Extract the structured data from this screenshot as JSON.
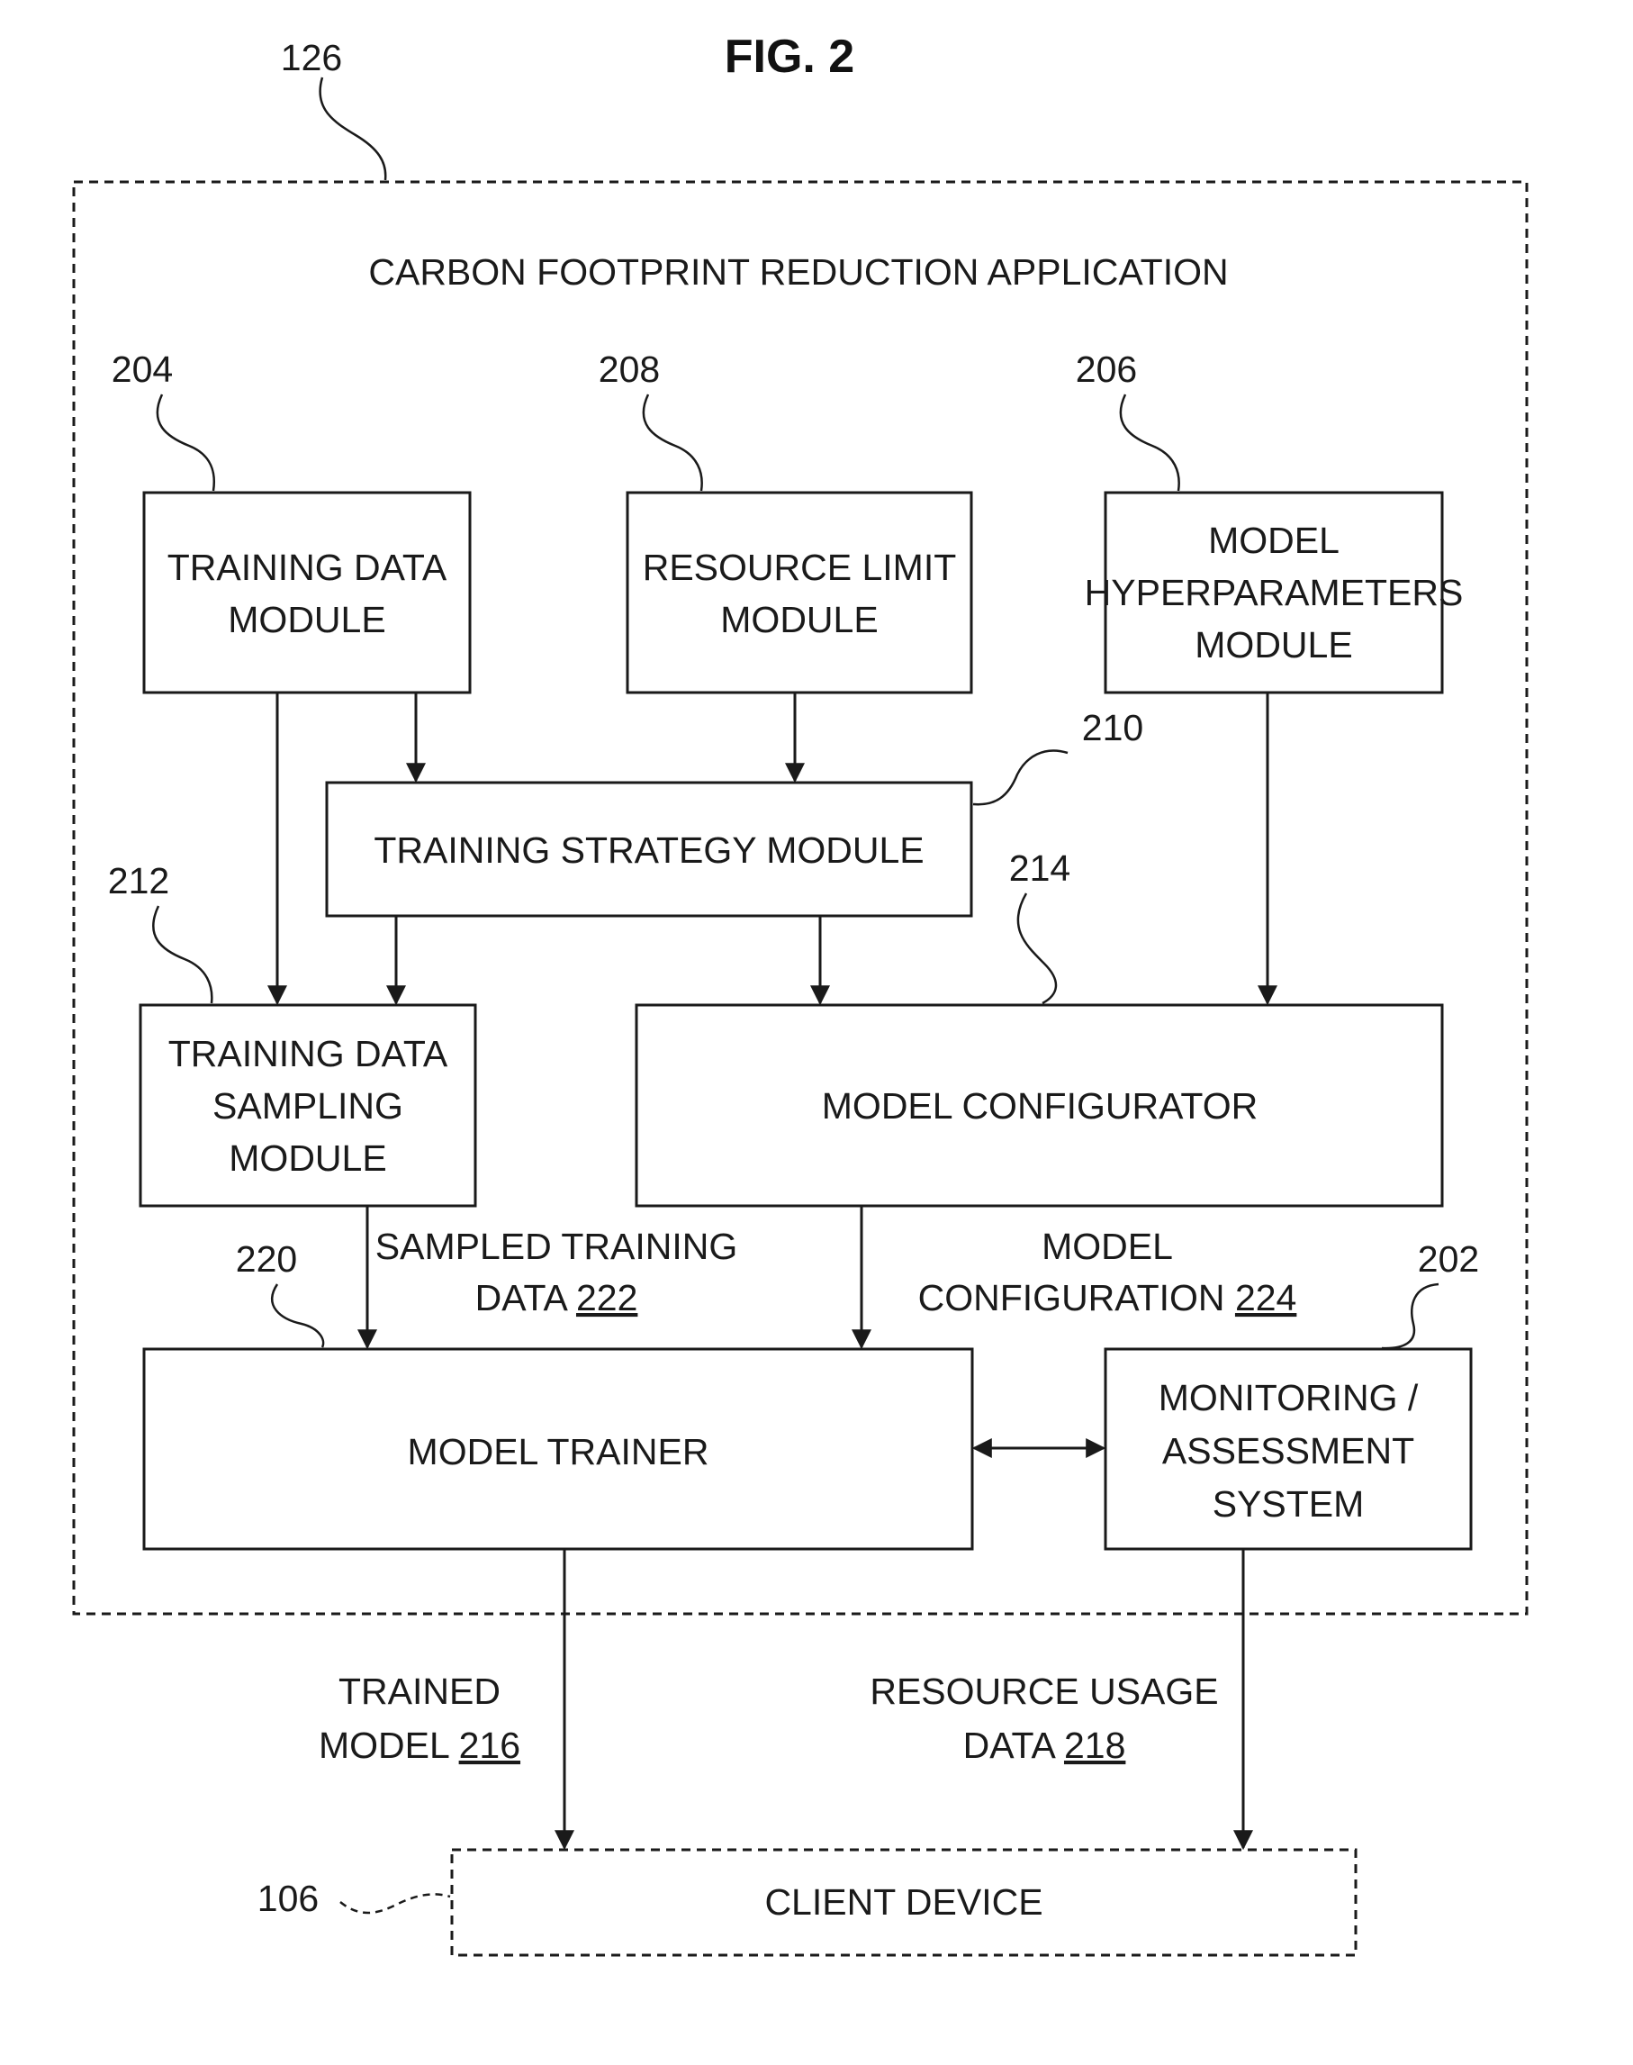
{
  "figure": {
    "title": "FIG. 2"
  },
  "application": {
    "ref": "126",
    "title": "CARBON FOOTPRINT REDUCTION APPLICATION"
  },
  "modules": {
    "training_data": {
      "ref": "204",
      "lines": [
        "TRAINING DATA",
        "MODULE"
      ]
    },
    "resource_limit": {
      "ref": "208",
      "lines": [
        "RESOURCE LIMIT",
        "MODULE"
      ]
    },
    "hyperparameters": {
      "ref": "206",
      "lines": [
        "MODEL",
        "HYPERPARAMETERS",
        "MODULE"
      ]
    },
    "training_strategy": {
      "ref": "210",
      "lines": [
        "TRAINING STRATEGY MODULE"
      ]
    },
    "sampling": {
      "ref": "212",
      "lines": [
        "TRAINING DATA",
        "SAMPLING",
        "MODULE"
      ]
    },
    "configurator": {
      "ref": "214",
      "lines": [
        "MODEL CONFIGURATOR"
      ]
    },
    "trainer": {
      "ref": "220",
      "lines": [
        "MODEL TRAINER"
      ]
    },
    "monitoring": {
      "ref": "202",
      "lines": [
        "MONITORING /",
        "ASSESSMENT",
        "SYSTEM"
      ]
    },
    "client": {
      "ref": "106",
      "lines": [
        "CLIENT DEVICE"
      ]
    }
  },
  "flows": {
    "sampled_training_data": {
      "line1": "SAMPLED TRAINING",
      "line2_text": "DATA ",
      "number": "222"
    },
    "model_configuration": {
      "line1": "MODEL",
      "line2_text": "CONFIGURATION ",
      "number": "224"
    },
    "trained_model": {
      "line1": "TRAINED",
      "line2_text": "MODEL ",
      "number": "216"
    },
    "resource_usage_data": {
      "line1": "RESOURCE USAGE",
      "line2_text": "DATA ",
      "number": "218"
    }
  },
  "colors": {
    "line": "#1a1a1a",
    "background": "#ffffff"
  }
}
